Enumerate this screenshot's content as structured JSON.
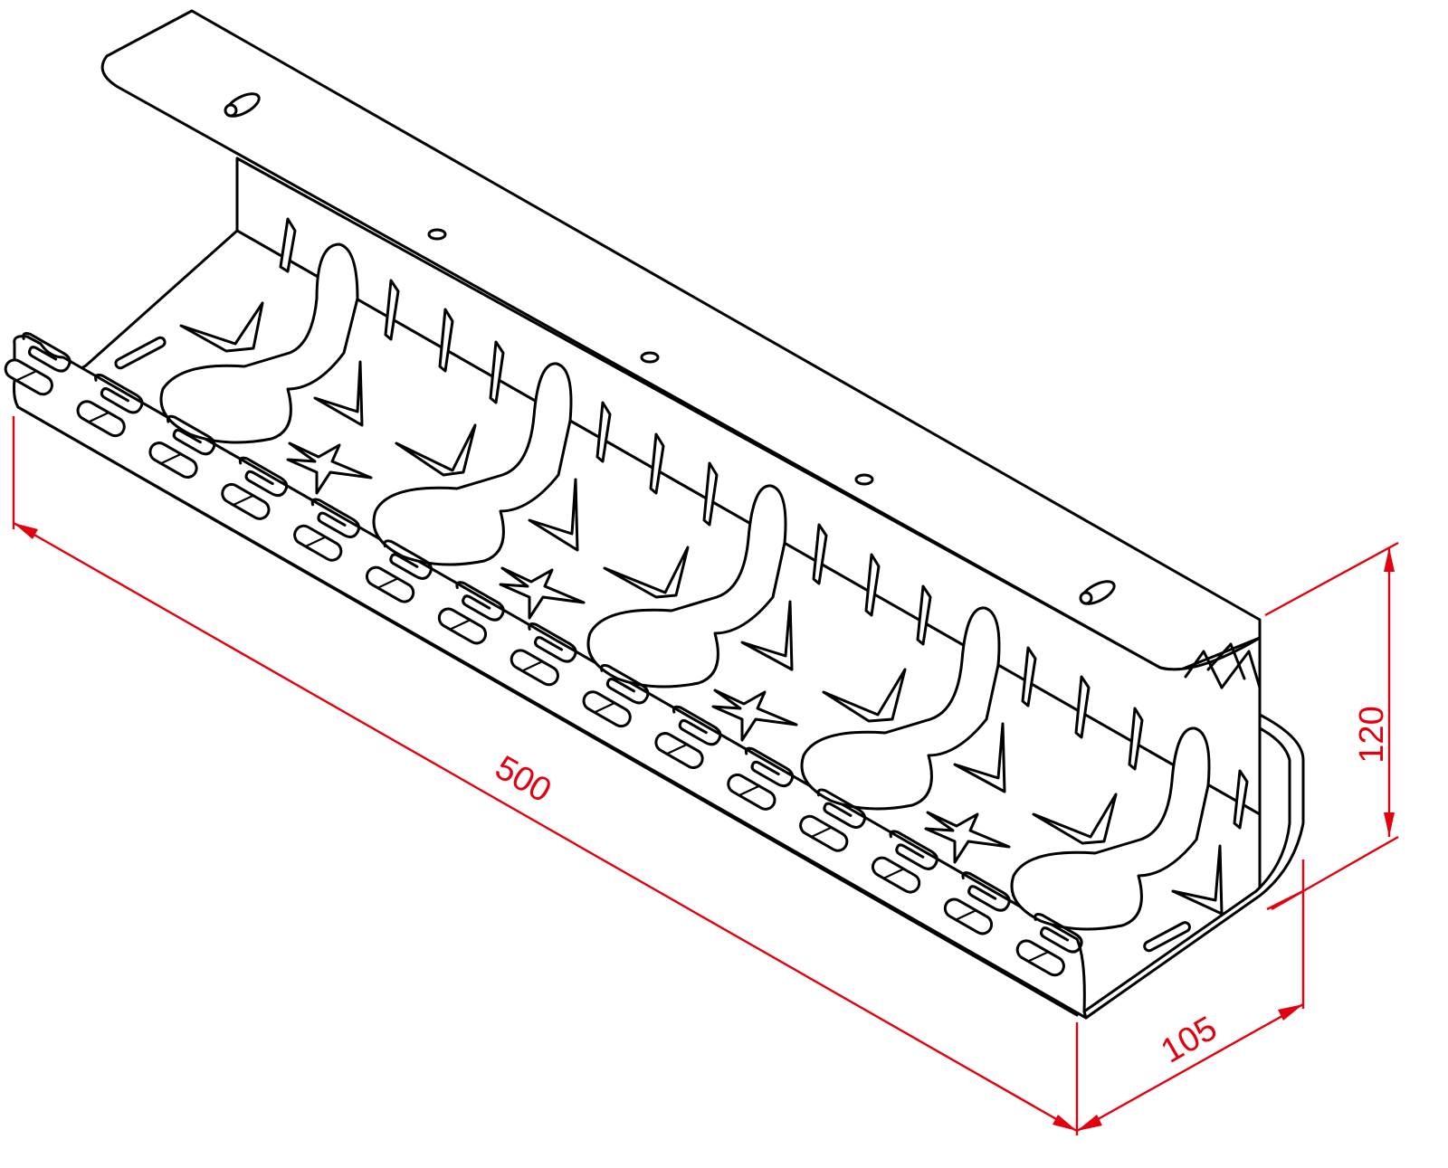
{
  "colors": {
    "dimension": "#e3000f",
    "outline": "#000000",
    "background": "#ffffff"
  },
  "dimensions": {
    "length": "500",
    "depth": "105",
    "height": "120"
  }
}
